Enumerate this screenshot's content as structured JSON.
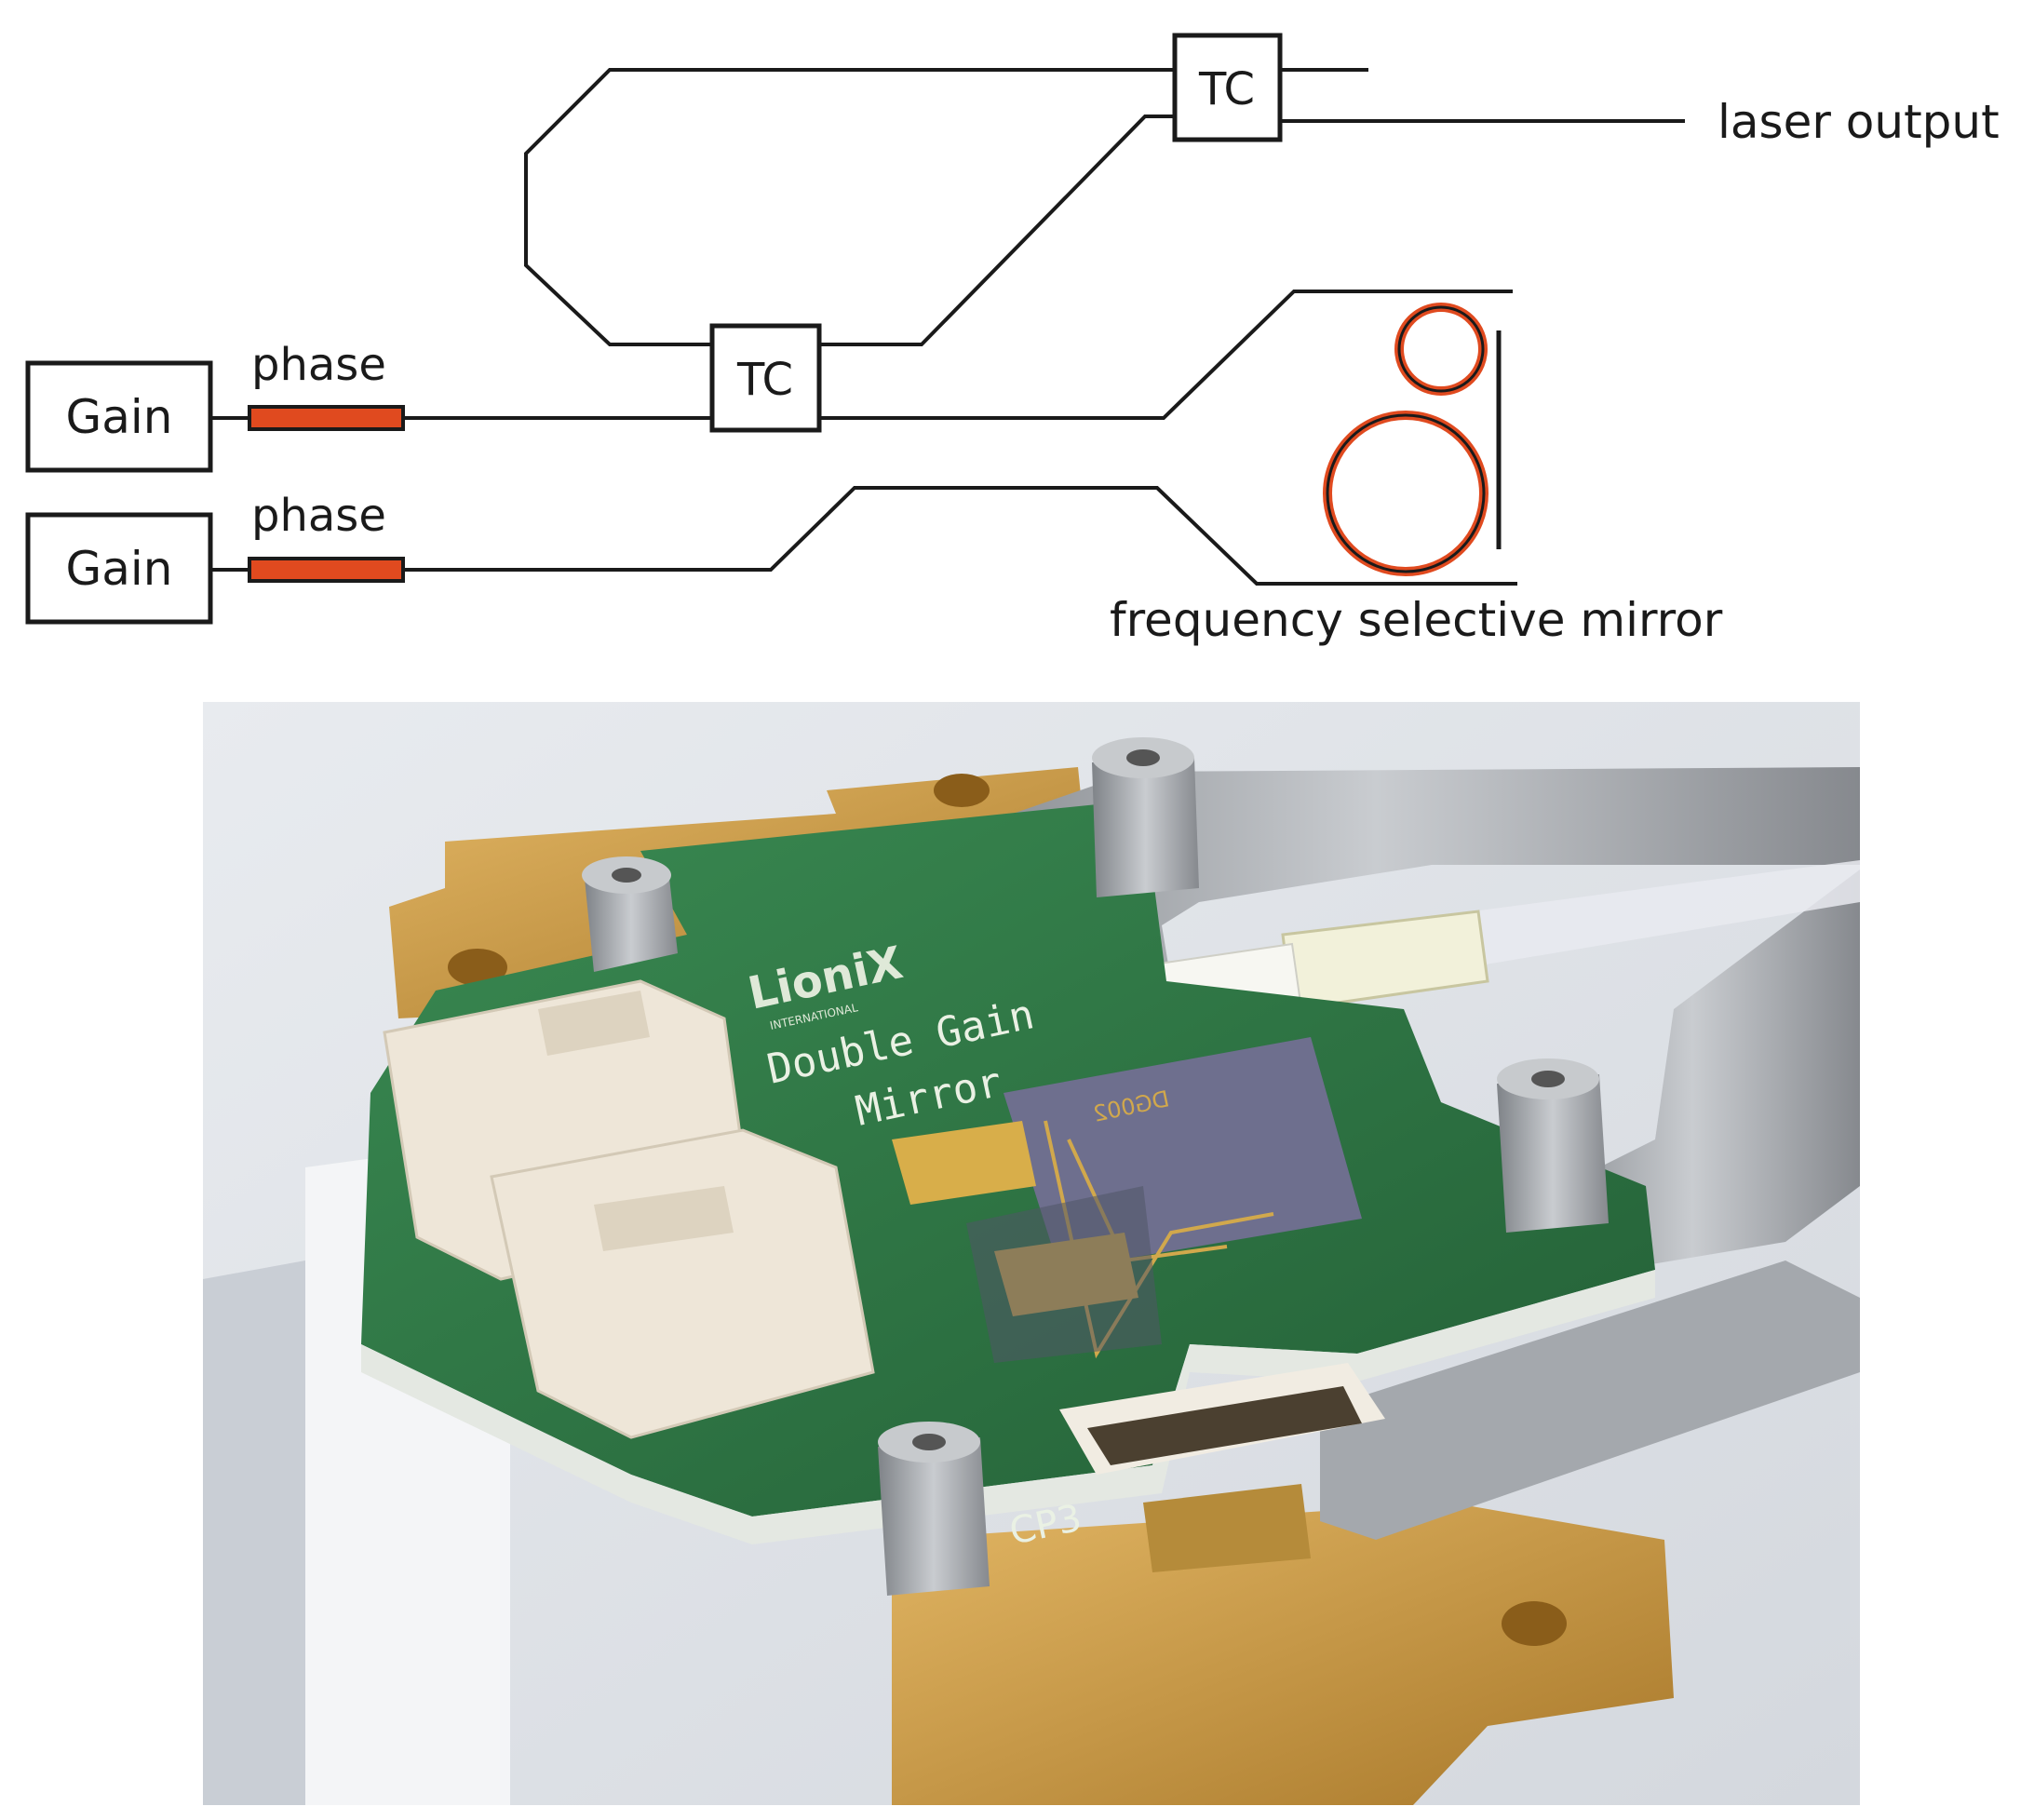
{
  "diagram": {
    "gain_label_top": "Gain",
    "gain_label_bottom": "Gain",
    "phase_label_top": "phase",
    "phase_label_bottom": "phase",
    "tc_label_top": "TC",
    "tc_label_middle": "TC",
    "laser_output_label": "laser output",
    "mirror_label": "frequency selective mirror",
    "colors": {
      "line": "#1a1a1a",
      "phase_section": "#e04a1f",
      "ring_outline": "#e04a1f"
    }
  },
  "photo": {
    "board_logo": "LioniX",
    "board_logo_sub": "INTERNATIONAL",
    "board_text_line1": "Double Gain",
    "board_text_line2": "Mirror",
    "board_label_cp3": "CP3",
    "chip_label": "DG002",
    "colors": {
      "pcb": "#2f7a45",
      "gold": "#c99a3e",
      "steel": "#9a9ea3",
      "connector": "#eee6d8",
      "chip": "#6e6f8e"
    }
  }
}
